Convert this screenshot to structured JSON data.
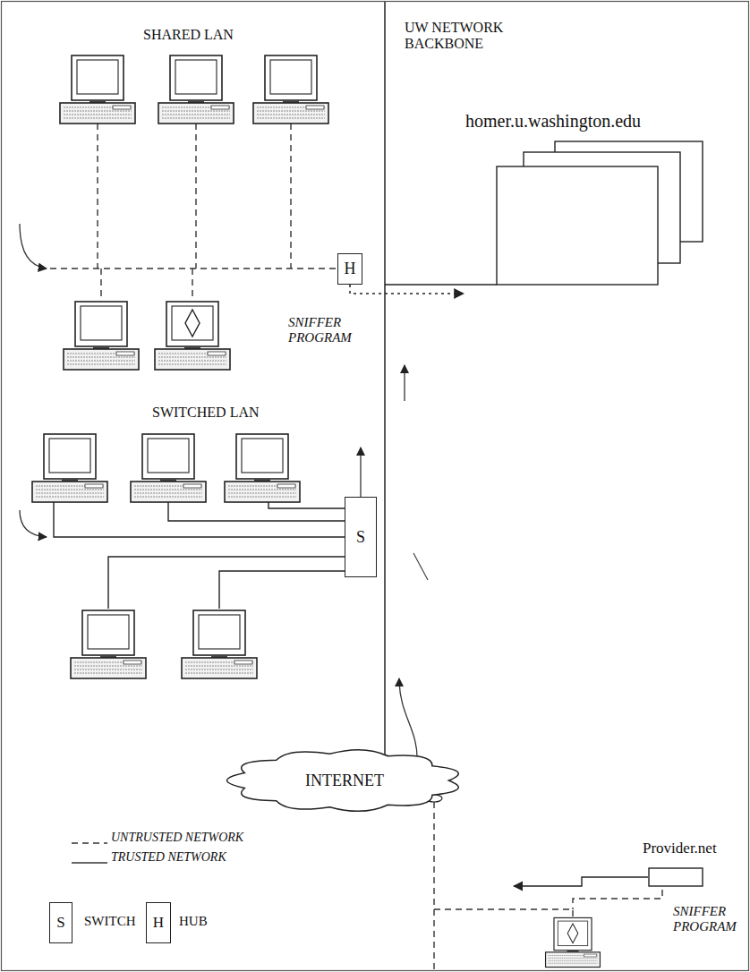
{
  "diagram": {
    "nodes": [
      {
        "text": [
          "homer.u.washington.edu"
        ]
      },
      {
        "text": [
          "H"
        ]
      },
      {
        "text": [
          "S"
        ]
      },
      {
        "text": [
          "INTERNET"
        ]
      },
      {
        "text": [
          "Provider.net"
        ]
      },
      {
        "text": [
          "S"
        ]
      },
      {
        "text": [
          "H"
        ]
      }
    ],
    "edges": [
      {
        "from": 1,
        "to": 0,
        "arrow": "to"
      }
    ],
    "labels": [
      "SHARED LAN",
      "UW NETWORK BACKBONE",
      "SNIFFER PROGRAM",
      "SWITCHED LAN",
      "SNIFFER PROGRAM"
    ],
    "legend": [
      {
        "text": "UNTRUSTED NETWORK"
      },
      {
        "text": "TRUSTED NETWORK"
      },
      {
        "text": "SWITCH"
      },
      {
        "text": "HUB"
      }
    ]
  }
}
